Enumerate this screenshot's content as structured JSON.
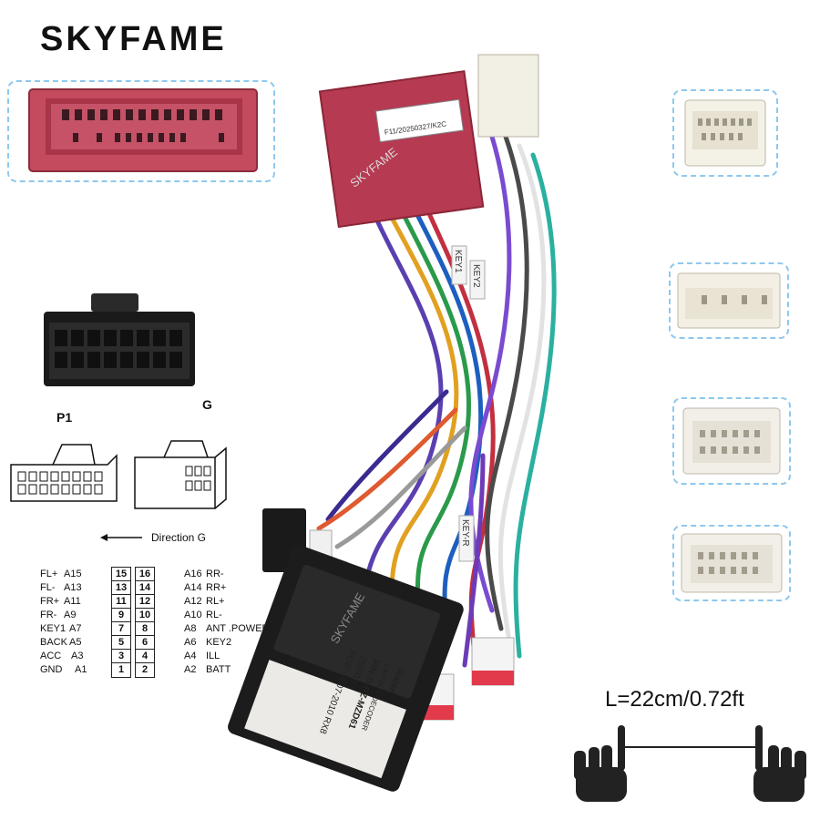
{
  "brand": "SKYFAME",
  "connector_labels": {
    "p1": "P1",
    "g": "G",
    "direction": "Direction G"
  },
  "pinout": {
    "rows": [
      {
        "left_name": "FL+",
        "left_pin": "A15",
        "c1": "15",
        "c2": "16",
        "right_pin": "A16",
        "right_name": "RR-"
      },
      {
        "left_name": "FL-",
        "left_pin": "A13",
        "c1": "13",
        "c2": "14",
        "right_pin": "A14",
        "right_name": "RR+"
      },
      {
        "left_name": "FR+",
        "left_pin": "A11",
        "c1": "11",
        "c2": "12",
        "right_pin": "A12",
        "right_name": "RL+"
      },
      {
        "left_name": "FR-",
        "left_pin": "A9",
        "c1": "9",
        "c2": "10",
        "right_pin": "A10",
        "right_name": "RL-"
      },
      {
        "left_name": "KEY1",
        "left_pin": "A7",
        "c1": "7",
        "c2": "8",
        "right_pin": "A8",
        "right_name": "ANT .POWER"
      },
      {
        "left_name": "BACK",
        "left_pin": "A5",
        "c1": "5",
        "c2": "6",
        "right_pin": "A6",
        "right_name": "KEY2"
      },
      {
        "left_name": "ACC",
        "left_pin": "A3",
        "c1": "3",
        "c2": "4",
        "right_pin": "A4",
        "right_name": "ILL"
      },
      {
        "left_name": "GND",
        "left_pin": "A1",
        "c1": "1",
        "c2": "2",
        "right_pin": "A2",
        "right_name": "BATT"
      }
    ]
  },
  "length_label": "L=22cm/0.72ft",
  "harness": {
    "red_connector_text": "F11/20250327/K2C",
    "red_connector_watermark": "SKYFAME",
    "decoder_lines": [
      "Raise",
      "CAN BUS DECODER",
      "P/N:G-RZ-MZD61",
      "250913",
      "FOR: 2007-2010 RX8"
    ],
    "decoder_watermark": "SKYFAME",
    "tags": [
      "KEY1",
      "KEY2",
      "KEY-R"
    ]
  }
}
